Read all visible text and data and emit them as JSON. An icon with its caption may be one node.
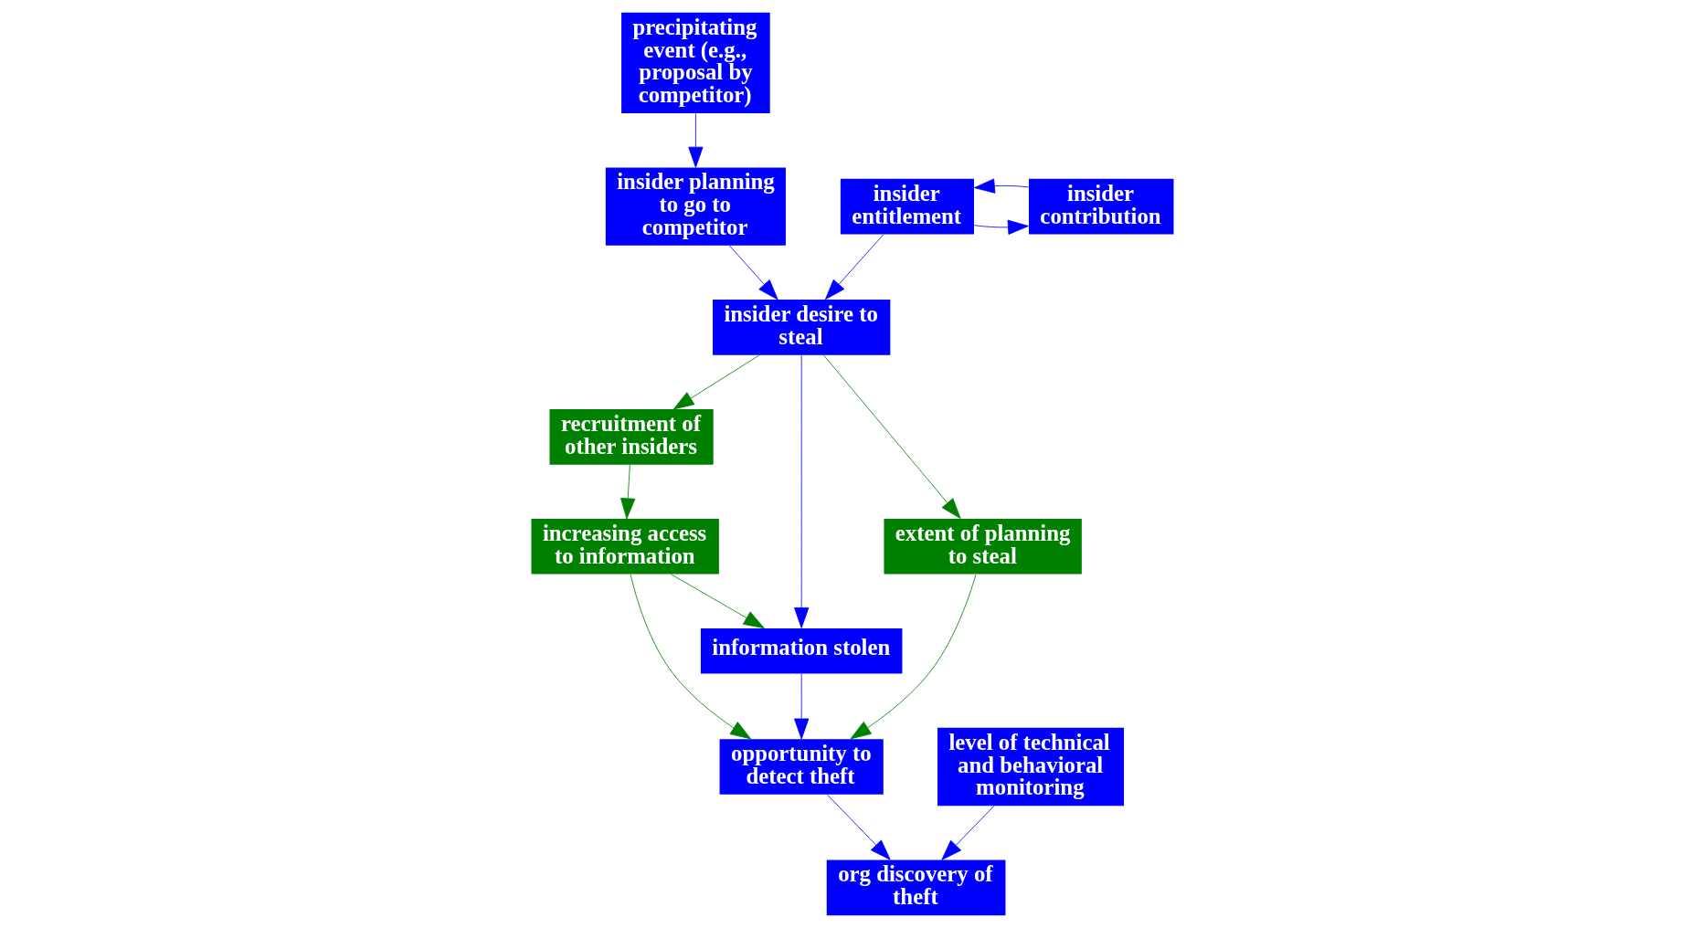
{
  "diagram": {
    "nodes": [
      {
        "text": [
          "precipitating event (e.g., proposal by competitor)"
        ]
      },
      {
        "text": [
          "insider contribution"
        ]
      },
      {
        "text": [
          "insider entitlement"
        ]
      },
      {
        "text": [
          "insider planning to go to competitor"
        ]
      },
      {
        "text": [
          "recruitment of other insiders"
        ]
      },
      {
        "text": [
          "insider desire to steal"
        ]
      },
      {
        "text": [
          "information stolen"
        ]
      },
      {
        "text": [
          "extent of planning to steal"
        ]
      },
      {
        "text": [
          "level of technical and behavioral monitoring"
        ]
      },
      {
        "text": [
          "increasing access to information"
        ]
      },
      {
        "text": [
          "opportunity to detect theft"
        ]
      },
      {
        "text": [
          "org discovery of theft"
        ]
      }
    ],
    "edges": [
      {
        "from": 2,
        "to": 1,
        "arrow": "to"
      },
      {
        "from": 1,
        "to": 2,
        "arrow": "to"
      },
      {
        "from": 0,
        "to": 3,
        "arrow": "to"
      },
      {
        "from": 2,
        "to": 5,
        "arrow": "to"
      },
      {
        "from": 3,
        "to": 5,
        "arrow": "to"
      },
      {
        "from": 5,
        "to": 4,
        "arrow": "to",
        "color": "#008000"
      },
      {
        "from": 5,
        "to": 6,
        "arrow": "to"
      },
      {
        "from": 5,
        "to": 7,
        "arrow": "to",
        "color": "#008000"
      },
      {
        "from": 4,
        "to": 9,
        "arrow": "to",
        "color": "#008000"
      },
      {
        "from": 9,
        "to": 6,
        "arrow": "to",
        "color": "#008000"
      },
      {
        "from": 6,
        "to": 10,
        "arrow": "to"
      },
      {
        "from": 7,
        "to": 10,
        "arrow": "to",
        "color": "#008000"
      },
      {
        "from": 9,
        "to": 10,
        "arrow": "to",
        "color": "#008000"
      },
      {
        "from": 8,
        "to": 11,
        "arrow": "to"
      },
      {
        "from": 10,
        "to": 11,
        "arrow": "to"
      }
    ]
  }
}
